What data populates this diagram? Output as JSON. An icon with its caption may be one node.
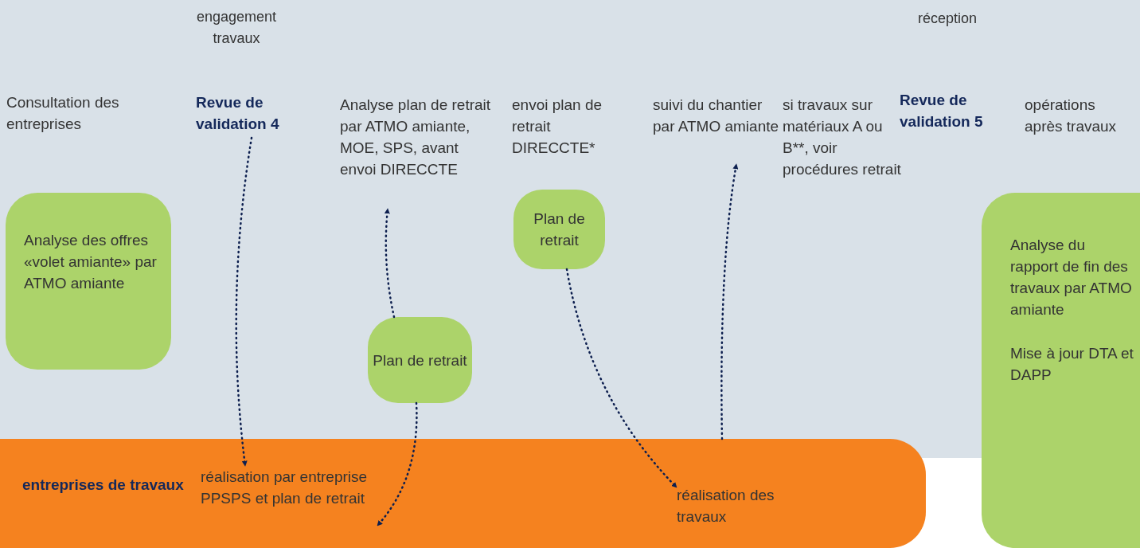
{
  "diagram": {
    "nodes": [
      {
        "text": [
          "Analyse des offres «volet amiante» par ATMO amiante"
        ]
      },
      {
        "text": [
          "Revue de validation 4"
        ]
      },
      {
        "text": [
          "Analyse plan de retrait par ATMO amiante, MOE, SPS, avant envoi DIRECCTE"
        ]
      },
      {
        "text": [
          "Plan de retrait"
        ]
      },
      {
        "text": [
          "Plan de retrait"
        ]
      },
      {
        "text": [
          "suivi du chantier par ATMO amiante"
        ]
      },
      {
        "text": [
          "Analyse du rapport de fin des travaux par ATMO amiante",
          "Mise à jour DTA et DAPP"
        ]
      },
      {
        "text": [
          "entreprises de travaux"
        ]
      },
      {
        "text": [
          "réalisation par entreprise PPSPS et plan de retrait"
        ],
        "in": 7
      },
      {
        "text": [
          "réalisation des travaux"
        ],
        "in": 7
      }
    ],
    "edges": [
      {
        "from": 1,
        "to": 8,
        "arrow": "to"
      },
      {
        "from": 3,
        "to": 2,
        "arrow": "to"
      },
      {
        "from": 3,
        "to": 8,
        "arrow": "to"
      },
      {
        "from": 4,
        "to": 9,
        "arrow": "to"
      },
      {
        "from": 7,
        "to": 5,
        "arrow": "to"
      }
    ],
    "labels": [
      "engagement travaux",
      "réception",
      "Consultation des entreprises",
      "envoi plan de retrait DIRECCTE*",
      "si travaux sur matériaux A ou B**, voir procédures retrait",
      "Revue de validation 5",
      "opérations après travaux"
    ]
  }
}
